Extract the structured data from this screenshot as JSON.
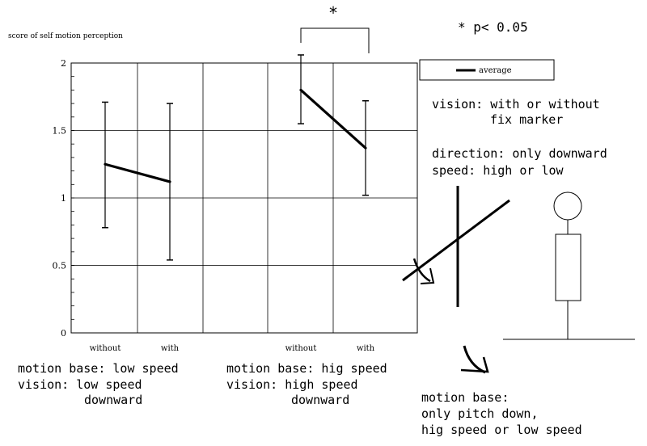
{
  "chart_data": {
    "type": "line",
    "ylabel": "score of self motion perception",
    "ylim": [
      0,
      2
    ],
    "yticks": [
      0,
      0.5,
      1,
      1.5,
      2
    ],
    "ytick_labels": [
      "0",
      "0.5",
      "1",
      "1.5",
      "2"
    ],
    "grid": true,
    "categories": [
      "without",
      "with",
      "without",
      "with"
    ],
    "groups": [
      {
        "caption": [
          "motion base: low speed",
          "vision: low speed",
          "downward"
        ],
        "points": [
          {
            "category": "without",
            "mean": 1.25,
            "upper": 1.71,
            "lower": 0.78
          },
          {
            "category": "with",
            "mean": 1.12,
            "upper": 1.7,
            "lower": 0.54
          }
        ]
      },
      {
        "caption": [
          "motion base: hig speed",
          "vision: high speed",
          "downward"
        ],
        "points": [
          {
            "category": "without",
            "mean": 1.8,
            "upper": 2.06,
            "lower": 1.55
          },
          {
            "category": "with",
            "mean": 1.37,
            "upper": 1.72,
            "lower": 1.02
          }
        ]
      }
    ],
    "legend": {
      "label": "average",
      "placement": "top-right"
    },
    "significance": {
      "marker": "*",
      "note": "* p< 0.05"
    }
  },
  "notes": {
    "vision": [
      "vision: with or without",
      "fix marker"
    ],
    "direction": [
      "direction: only downward",
      "speed: high or low"
    ],
    "motion_base": [
      "motion base:",
      "only  pitch down,",
      "hig speed or low speed"
    ]
  },
  "colors": {
    "ink": "#000000",
    "grid": "#000000",
    "background": "#ffffff"
  }
}
